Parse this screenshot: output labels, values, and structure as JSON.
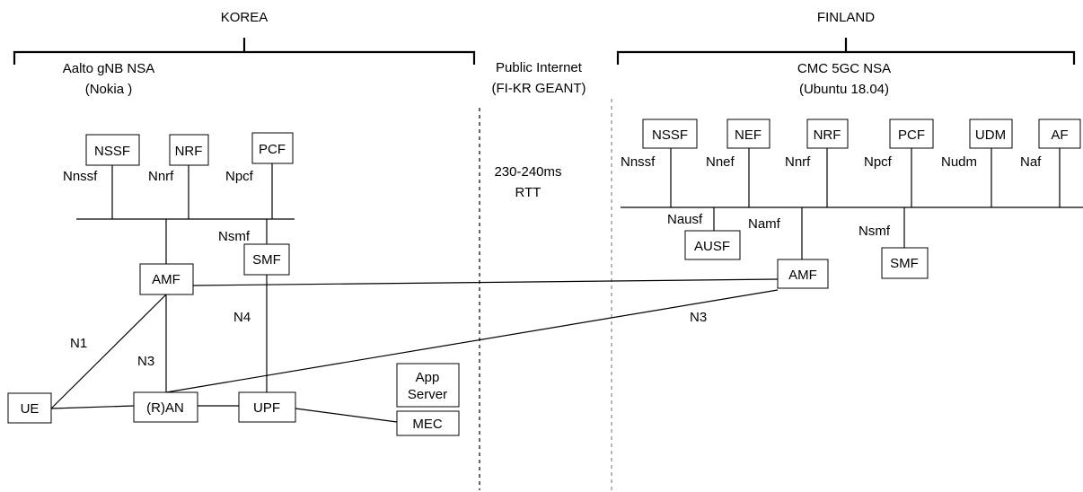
{
  "regions": {
    "korea": "KOREA",
    "finland": "FINLAND",
    "korea_site_line1": "Aalto gNB NSA",
    "korea_site_line2": "(Nokia )",
    "finland_site_line1": "CMC 5GC NSA",
    "finland_site_line2": "(Ubuntu 18.04)",
    "internet_line1": "Public Internet",
    "internet_line2": "(FI-KR GEANT)",
    "latency_line1": "230-240ms",
    "latency_line2": "RTT"
  },
  "korea": {
    "boxes": {
      "nssf": "NSSF",
      "nrf": "NRF",
      "pcf": "PCF",
      "smf": "SMF",
      "amf": "AMF",
      "ue": "UE",
      "ran": "(R)AN",
      "upf": "UPF",
      "app_server_line1": "App",
      "app_server_line2": "Server",
      "mec": "MEC"
    },
    "labels": {
      "nnssf": "Nnssf",
      "nnrf": "Nnrf",
      "npcf": "Npcf",
      "nsmf": "Nsmf",
      "n4": "N4",
      "n1": "N1",
      "n3": "N3"
    }
  },
  "finland": {
    "boxes": {
      "nssf": "NSSF",
      "nef": "NEF",
      "nrf": "NRF",
      "pcf": "PCF",
      "udm": "UDM",
      "af": "AF",
      "ausf": "AUSF",
      "amf": "AMF",
      "smf": "SMF"
    },
    "labels": {
      "nnssf": "Nnssf",
      "nnef": "Nnef",
      "nnrf": "Nnrf",
      "npcf": "Npcf",
      "nudm": "Nudm",
      "naf": "Naf",
      "nausf": "Nausf",
      "namf": "Namf",
      "nsmf": "Nsmf",
      "n3": "N3"
    }
  }
}
